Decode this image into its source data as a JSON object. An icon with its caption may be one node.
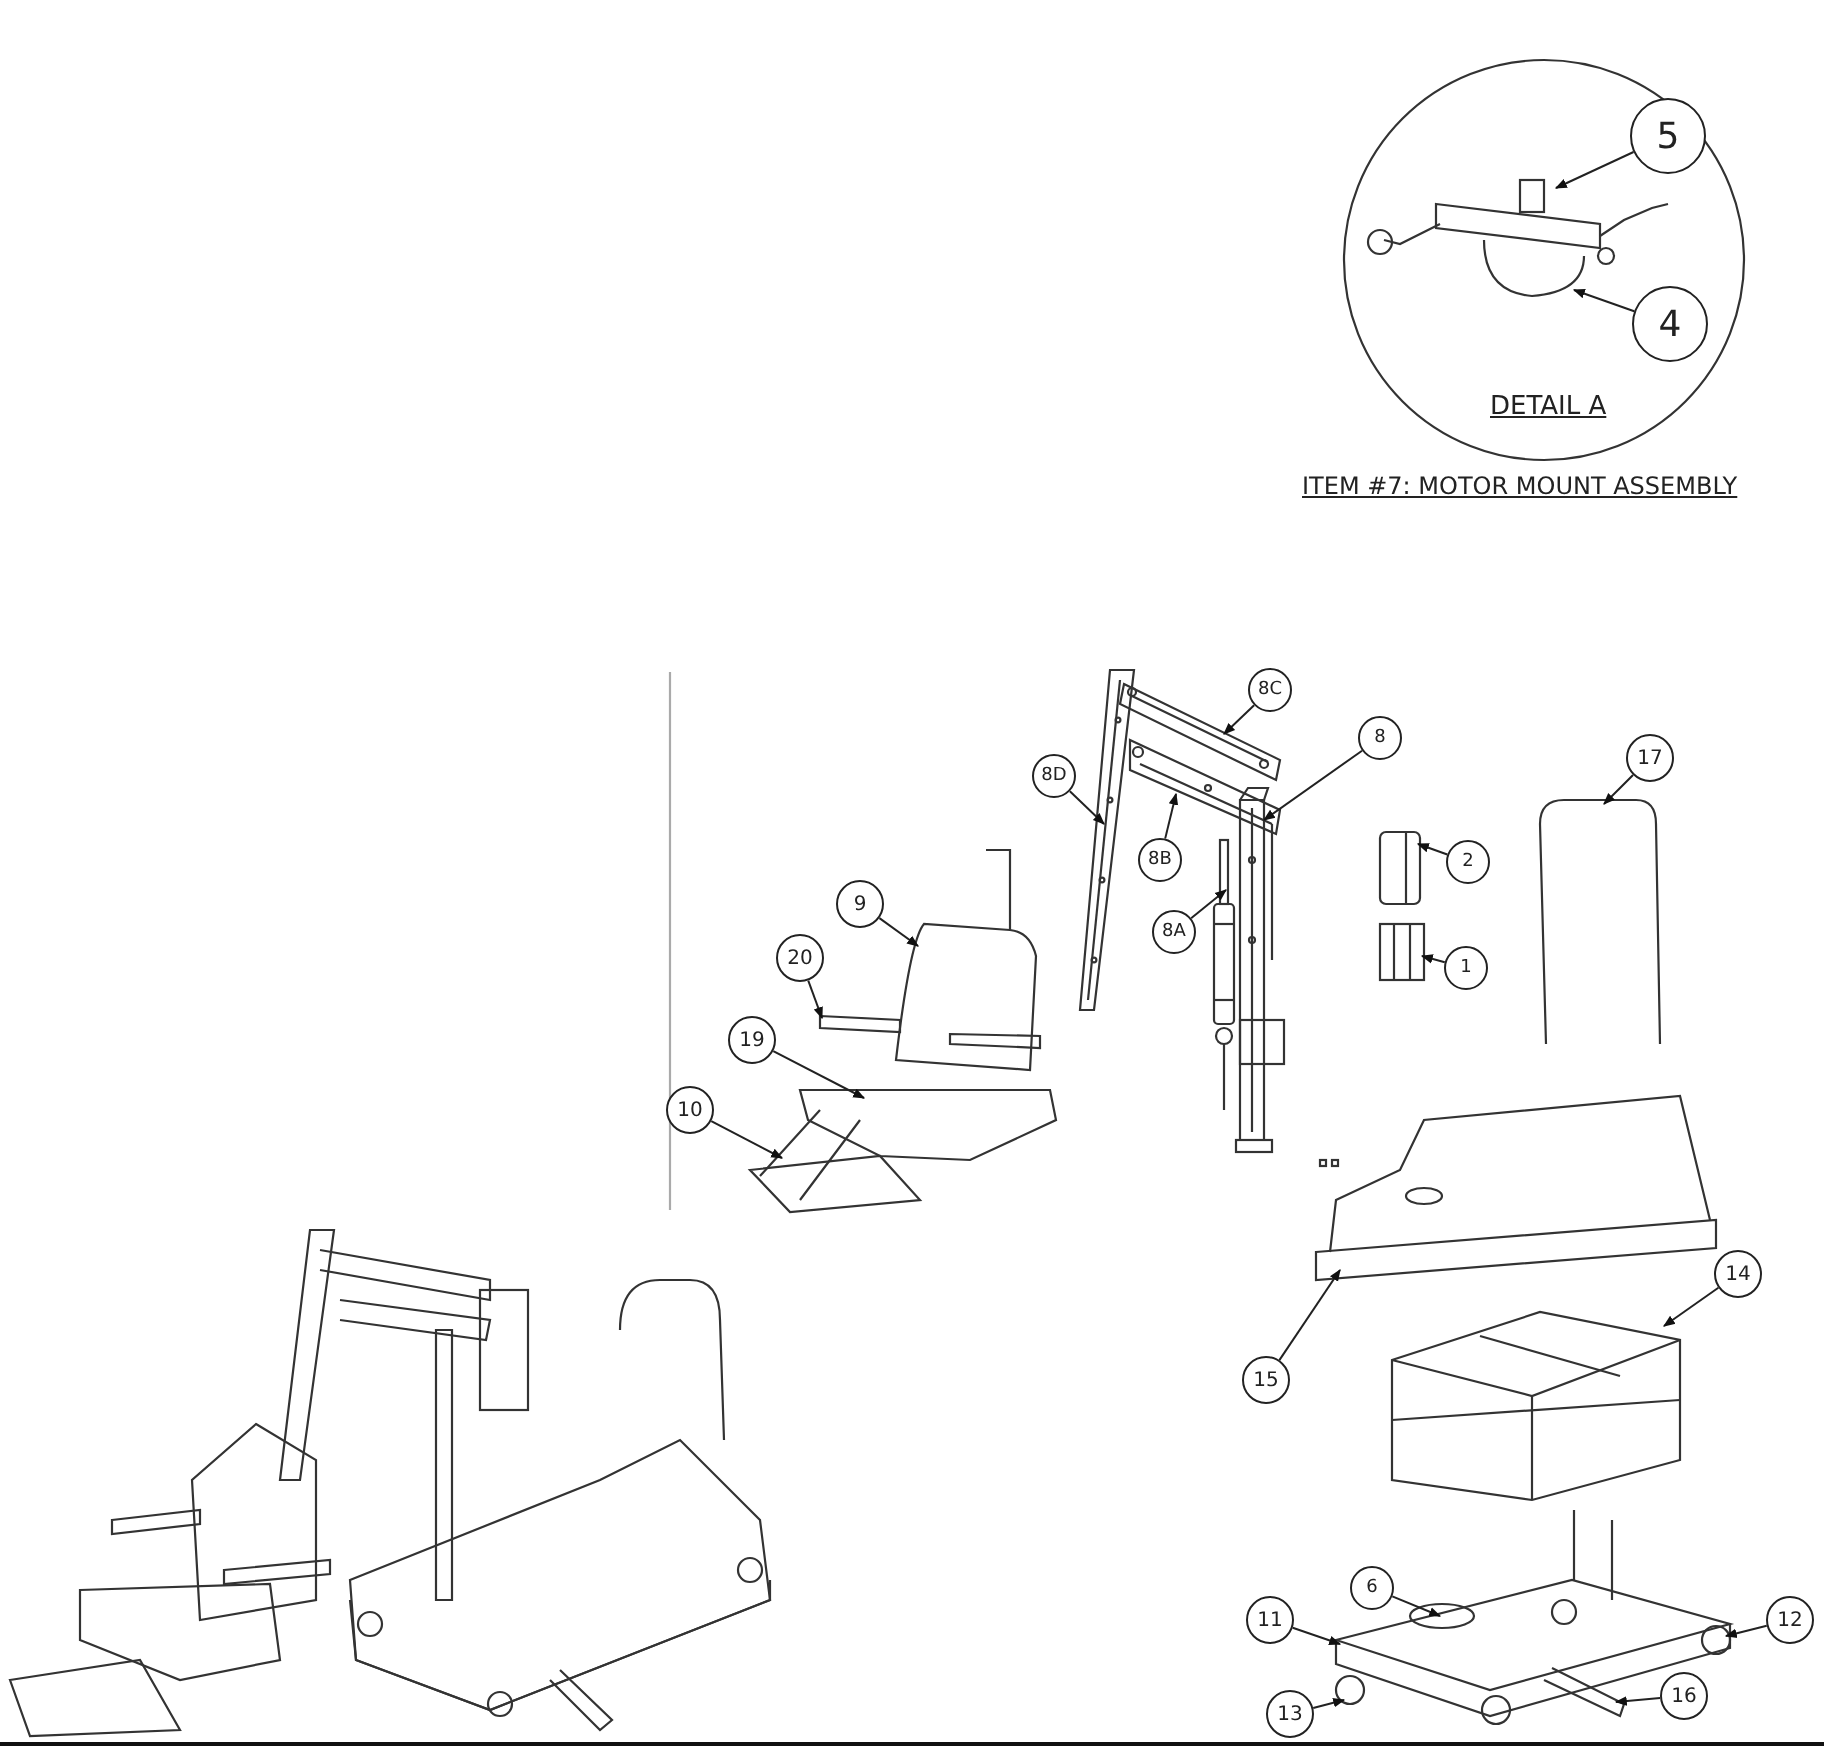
{
  "diagram": {
    "nodes": [
      {
        "text": [
          "5"
        ]
      },
      {
        "text": [
          "4"
        ]
      },
      {
        "text": [
          "8C"
        ]
      },
      {
        "text": [
          "8"
        ]
      },
      {
        "text": [
          "17"
        ]
      },
      {
        "text": [
          "8D"
        ]
      },
      {
        "text": [
          "8B"
        ]
      },
      {
        "text": [
          "2"
        ]
      },
      {
        "text": [
          "8A"
        ]
      },
      {
        "text": [
          "9"
        ]
      },
      {
        "text": [
          "20"
        ]
      },
      {
        "text": [
          "1"
        ]
      },
      {
        "text": [
          "19"
        ]
      },
      {
        "text": [
          "10"
        ]
      },
      {
        "text": [
          "14"
        ]
      },
      {
        "text": [
          "15"
        ]
      },
      {
        "text": [
          "6"
        ]
      },
      {
        "text": [
          "11"
        ]
      },
      {
        "text": [
          "12"
        ]
      },
      {
        "text": [
          "16"
        ]
      },
      {
        "text": [
          "13"
        ]
      },
      {
        "text": [],
        "shape": "picture"
      },
      {
        "text": [],
        "shape": "picture"
      },
      {
        "text": [],
        "shape": "picture"
      },
      {
        "text": [],
        "shape": "picture"
      },
      {
        "text": [],
        "shape": "picture"
      },
      {
        "text": [],
        "shape": "picture"
      },
      {
        "text": [],
        "shape": "picture"
      },
      {
        "text": [],
        "shape": "picture"
      },
      {
        "text": [],
        "shape": "picture"
      },
      {
        "text": [],
        "shape": "picture"
      },
      {
        "text": [],
        "shape": "picture"
      },
      {
        "text": [],
        "shape": "picture"
      },
      {
        "text": [],
        "shape": "picture"
      },
      {
        "text": [],
        "shape": "picture"
      },
      {
        "text": [],
        "shape": "picture"
      },
      {
        "text": [],
        "shape": "picture"
      }
    ],
    "edges": [
      {
        "from": 0,
        "to": 21,
        "arrow": "to"
      },
      {
        "from": 1,
        "to": 21,
        "arrow": "to"
      },
      {
        "from": 2,
        "to": 22,
        "arrow": "to"
      },
      {
        "from": 3,
        "to": 23,
        "arrow": "to"
      },
      {
        "from": 4,
        "to": 24,
        "arrow": "to"
      },
      {
        "from": 5,
        "to": 25,
        "arrow": "to"
      },
      {
        "from": 6,
        "to": 26,
        "arrow": "to"
      },
      {
        "from": 7,
        "to": 27,
        "arrow": "to"
      },
      {
        "from": 8,
        "to": 28,
        "arrow": "to"
      },
      {
        "from": 9,
        "to": 29,
        "arrow": "to"
      },
      {
        "from": 10,
        "to": 30,
        "arrow": "to"
      },
      {
        "from": 11,
        "to": 31,
        "arrow": "to"
      },
      {
        "from": 12,
        "to": 32,
        "arrow": "to"
      },
      {
        "from": 13,
        "to": 33,
        "arrow": "to"
      },
      {
        "from": 14,
        "to": 34,
        "arrow": "to"
      },
      {
        "from": 15,
        "to": 35,
        "arrow": "to"
      },
      {
        "from": 16,
        "to": 36,
        "arrow": "to"
      },
      {
        "from": 17,
        "to": 36,
        "arrow": "to"
      },
      {
        "from": 18,
        "to": 36,
        "arrow": "to"
      },
      {
        "from": 19,
        "to": 36,
        "arrow": "to"
      },
      {
        "from": 20,
        "to": 36,
        "arrow": "to"
      }
    ],
    "labels": [
      "DETAIL A",
      "ITEM #7: MOTOR MOUNT ASSEMBLY"
    ]
  }
}
